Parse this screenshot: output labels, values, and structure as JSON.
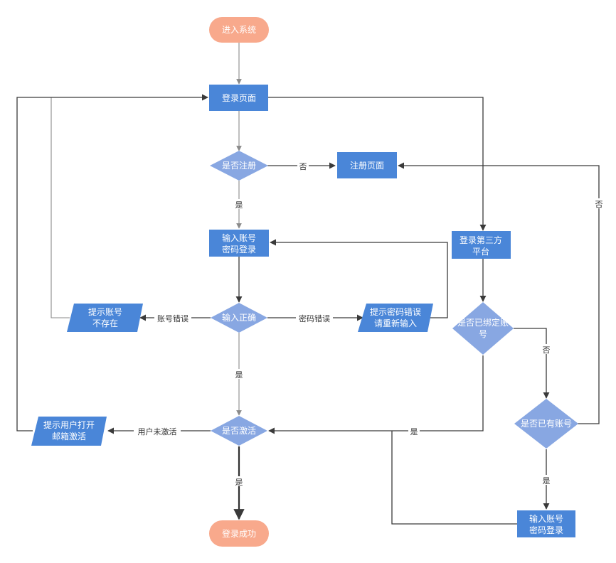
{
  "colors": {
    "terminal": "#f8a98c",
    "process": "#4a86d8",
    "decision": "#88a7e2",
    "parallelogram": "#4a86d8",
    "text_on_shape": "#ffffff",
    "edge": "#3a3a3a",
    "label_text": "#333333"
  },
  "nodes": {
    "start": {
      "label": "进入系统"
    },
    "login_page": {
      "label": "登录页面"
    },
    "is_registered": {
      "label": "是否注册"
    },
    "register_page": {
      "label": "注册页面"
    },
    "input_account_1": {
      "label1": "输入账号",
      "label2": "密码登录"
    },
    "third_party": {
      "label1": "登录第三方",
      "label2": "平台"
    },
    "input_correct": {
      "label": "输入正确"
    },
    "account_not_exist": {
      "label1": "提示账号",
      "label2": "不存在"
    },
    "password_error_tip": {
      "label1": "提示密码错误",
      "label2": "请重新输入"
    },
    "is_bound": {
      "label1": "是否已绑定账",
      "label2": "号"
    },
    "has_account": {
      "label": "是否已有账号"
    },
    "is_activated": {
      "label": "是否激活"
    },
    "activate_tip": {
      "label1": "提示用户打开",
      "label2": "邮箱激活"
    },
    "input_account_2": {
      "label1": "输入账号",
      "label2": "密码登录"
    },
    "success": {
      "label": "登录成功"
    }
  },
  "edges": {
    "no_register": "否",
    "yes_register": "是",
    "account_error": "账号错误",
    "password_error": "密码错误",
    "yes_correct": "是",
    "not_activated": "用户未激活",
    "yes_activated": "是",
    "no_bound": "否",
    "yes_bound": "是",
    "no_has_account": "否",
    "yes_has_account": "是"
  }
}
